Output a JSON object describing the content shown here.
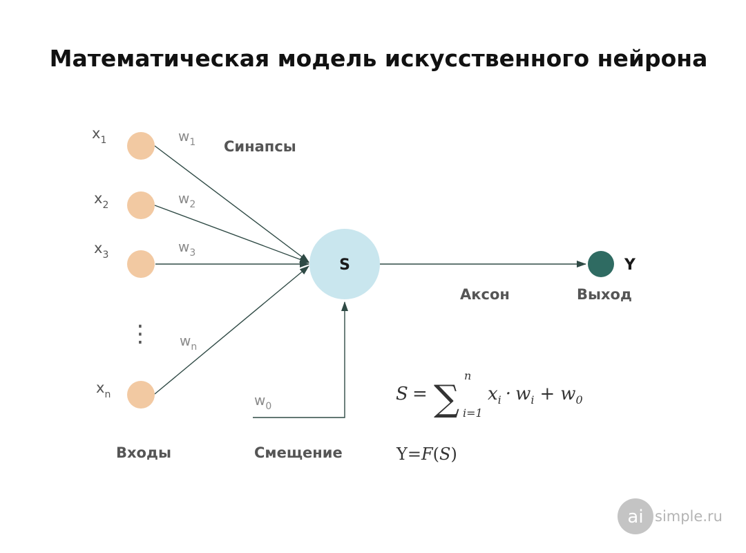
{
  "title": "Математическая модель искусственного нейрона",
  "labels": {
    "synapses": "Синапсы",
    "axon": "Аксон",
    "output": "Выход",
    "inputs": "Входы",
    "bias": "Смещение"
  },
  "inputs": [
    {
      "base": "x",
      "sub": "1"
    },
    {
      "base": "x",
      "sub": "2"
    },
    {
      "base": "x",
      "sub": "3"
    },
    {
      "base": "x",
      "sub": "n"
    }
  ],
  "weights": [
    {
      "base": "w",
      "sub": "1"
    },
    {
      "base": "w",
      "sub": "2"
    },
    {
      "base": "w",
      "sub": "3"
    },
    {
      "base": "w",
      "sub": "n"
    }
  ],
  "bias_weight": {
    "base": "w",
    "sub": "0"
  },
  "ellipsis": "⋮",
  "neuron_label": "S",
  "output_label": "Y",
  "formula": {
    "lhs": "S",
    "eq": "=",
    "sum_symbol": "∑",
    "upper": "n",
    "lower": "i=1",
    "x": "x",
    "w": "w",
    "i": "i",
    "dot": "·",
    "plus": "+",
    "w0": "w",
    "w0_sub": "0"
  },
  "activation": {
    "y": "Y=",
    "f": "F",
    "open": "(",
    "s": "S",
    "close": ")"
  },
  "logo": {
    "ai": "ai",
    "text": "simple.ru"
  },
  "colors": {
    "input_node": "#f2c9a2",
    "neuron": "#c9e6ee",
    "output_node": "#2f6b62",
    "edges": "#2f4a45"
  }
}
